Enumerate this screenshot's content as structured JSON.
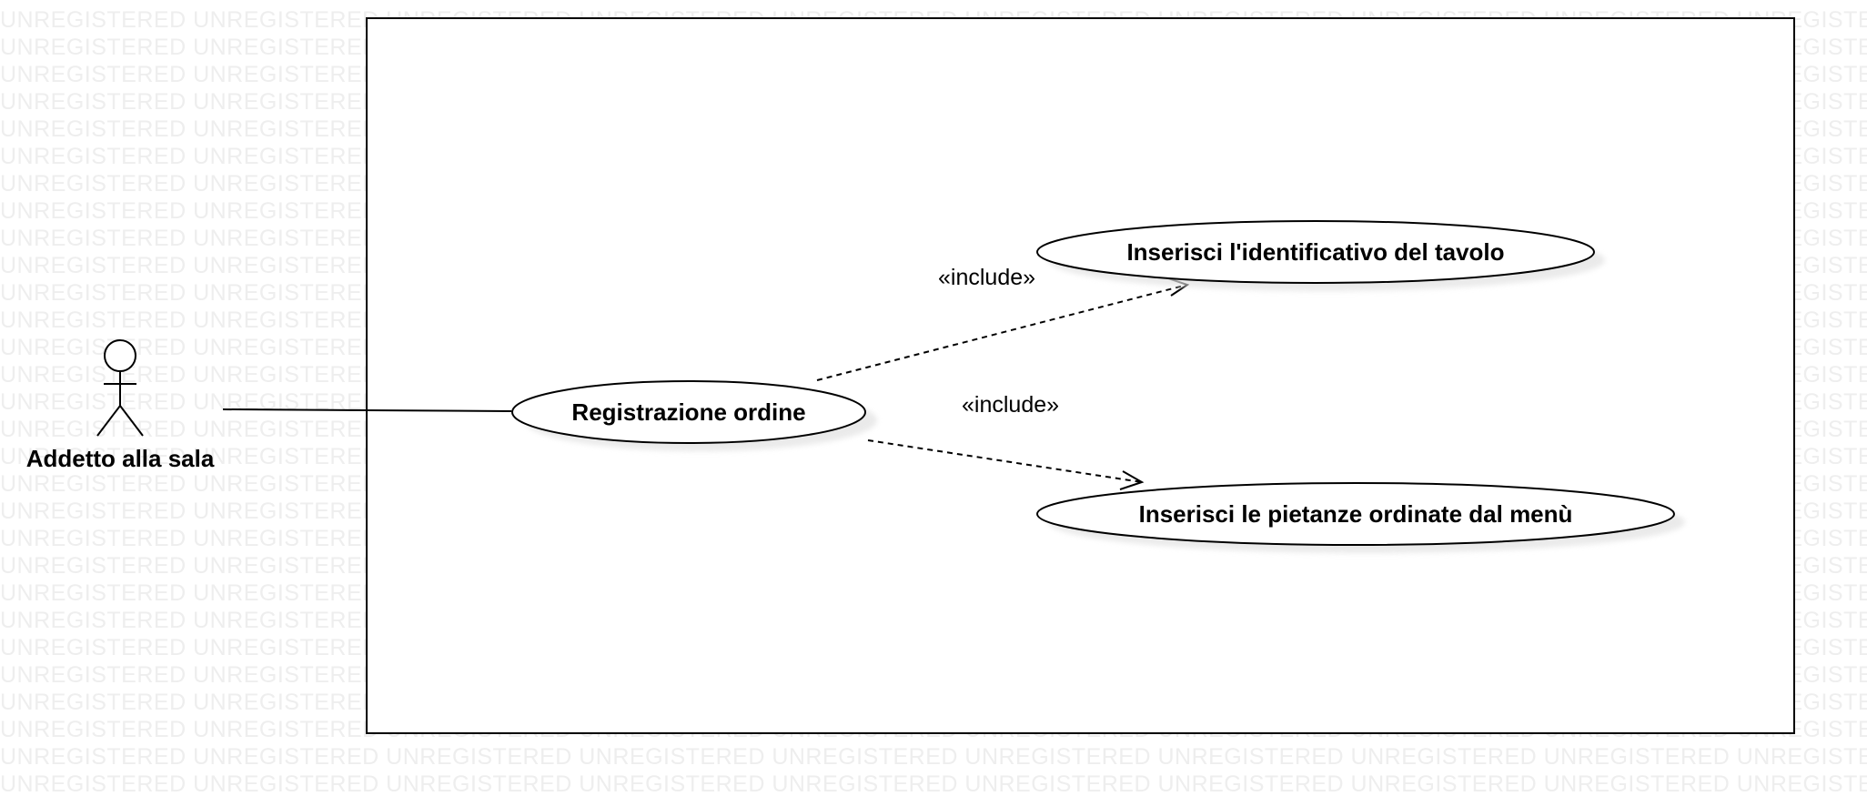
{
  "watermark": {
    "text": "UNREGISTERED"
  },
  "actor": {
    "name": "Addetto alla sala"
  },
  "use_cases": {
    "main": "Registrazione ordine",
    "table_id": "Inserisci l'identificativo del tavolo",
    "dishes": "Inserisci le pietanze ordinate dal menù"
  },
  "relations": {
    "include_1": "«include»",
    "include_2": "«include»"
  }
}
